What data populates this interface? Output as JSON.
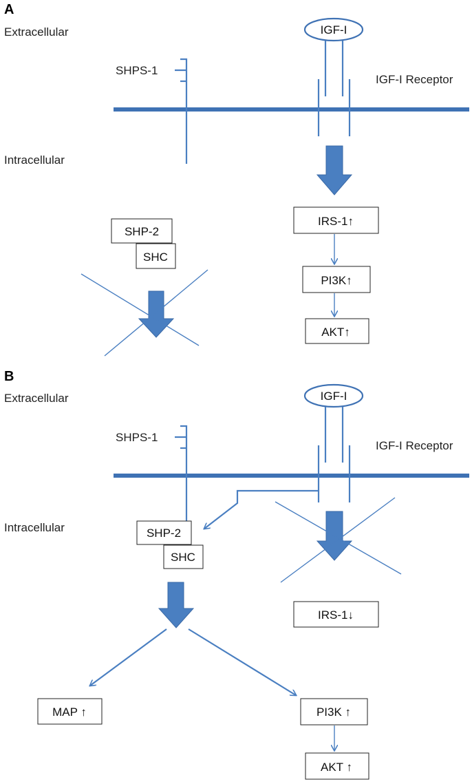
{
  "panel_a": {
    "label": "A",
    "extracellular": "Extracellular",
    "intracellular": "Intracellular",
    "ligand": "IGF-I",
    "receptor": "IGF-I Receptor",
    "shps1": "SHPS-1",
    "shp2": "SHP-2",
    "shc": "SHC",
    "irs1": "IRS-1↑",
    "pi3k": "PI3K↑",
    "akt": "AKT↑"
  },
  "panel_b": {
    "label": "B",
    "extracellular": "Extracellular",
    "intracellular": "Intracellular",
    "ligand": "IGF-I",
    "receptor": "IGF-I Receptor",
    "shps1": "SHPS-1",
    "shp2": "SHP-2",
    "shc": "SHC",
    "irs1": "IRS-1↓",
    "map": "MAP ↑",
    "pi3k": "PI3K ↑",
    "akt": "AKT ↑"
  },
  "colors": {
    "membrane": "#3f72b4",
    "arrow": "#4a7fc1"
  }
}
